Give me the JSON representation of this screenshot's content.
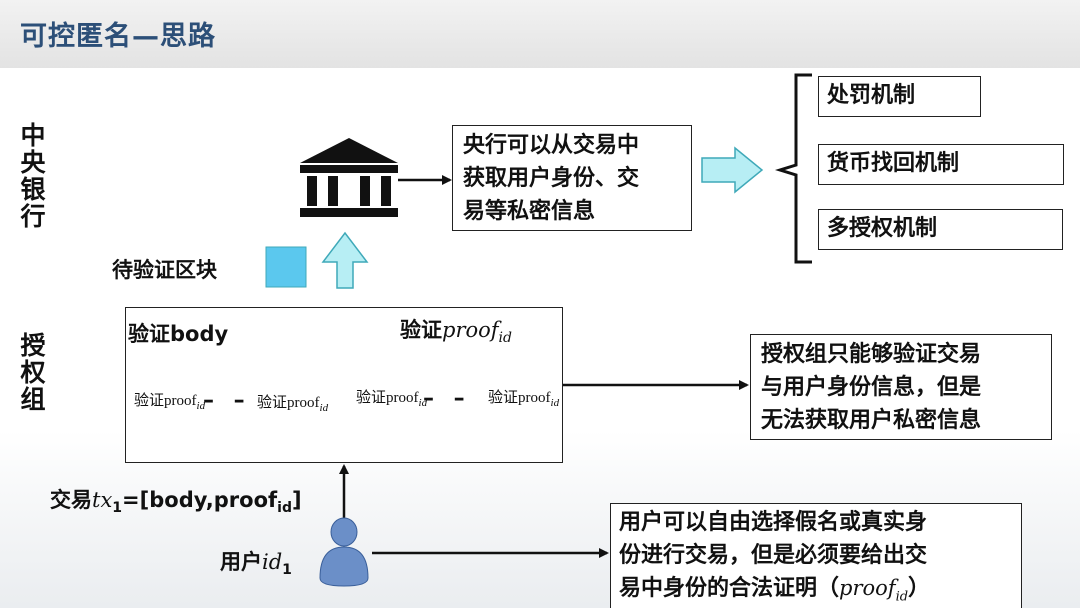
{
  "title": "可控匿名—思路",
  "side_labels": {
    "central_bank": "中央银行",
    "auth_group": "授权组"
  },
  "central_bank_box": {
    "lines": [
      "央行可以从交易中",
      "获取用户身份、交",
      "易等私密信息"
    ]
  },
  "mechanisms": [
    "处罚机制",
    "货币找回机制",
    "多授权机制"
  ],
  "pending_block_label": "待验证区块",
  "verify_panel": {
    "left_title": "验证body",
    "right_title_prefix": "验证",
    "right_title_var": "proof",
    "right_title_sub": "id",
    "proof_prefix": "验证",
    "proof_word": "proof",
    "proof_sub": "id",
    "dash": "– –"
  },
  "auth_group_box": {
    "lines": [
      "授权组只能够验证交易",
      "与用户身份信息，但是",
      "无法获取用户私密信息"
    ]
  },
  "transaction": {
    "prefix": "交易",
    "var": "tx",
    "var_sub": "1",
    "suffix": "=[body,proof",
    "suffix_sub": "id",
    "close": "]"
  },
  "user": {
    "prefix": "用户",
    "var": "id",
    "var_sub": "1"
  },
  "user_box": {
    "lines": [
      "用户可以自由选择假名或真实身",
      "份进行交易，但是必须要给出交"
    ],
    "last_line_prefix": "易中身份的合法证明（",
    "last_line_var": "proof",
    "last_line_sub": "id",
    "last_line_suffix": "）"
  },
  "colors": {
    "title": "#2c4f78",
    "block": "#5bc8ee",
    "hollow_arrow": "#b7eef4",
    "arrow_stroke": "#3fa9b9",
    "user_icon": "#6b8fc8"
  }
}
